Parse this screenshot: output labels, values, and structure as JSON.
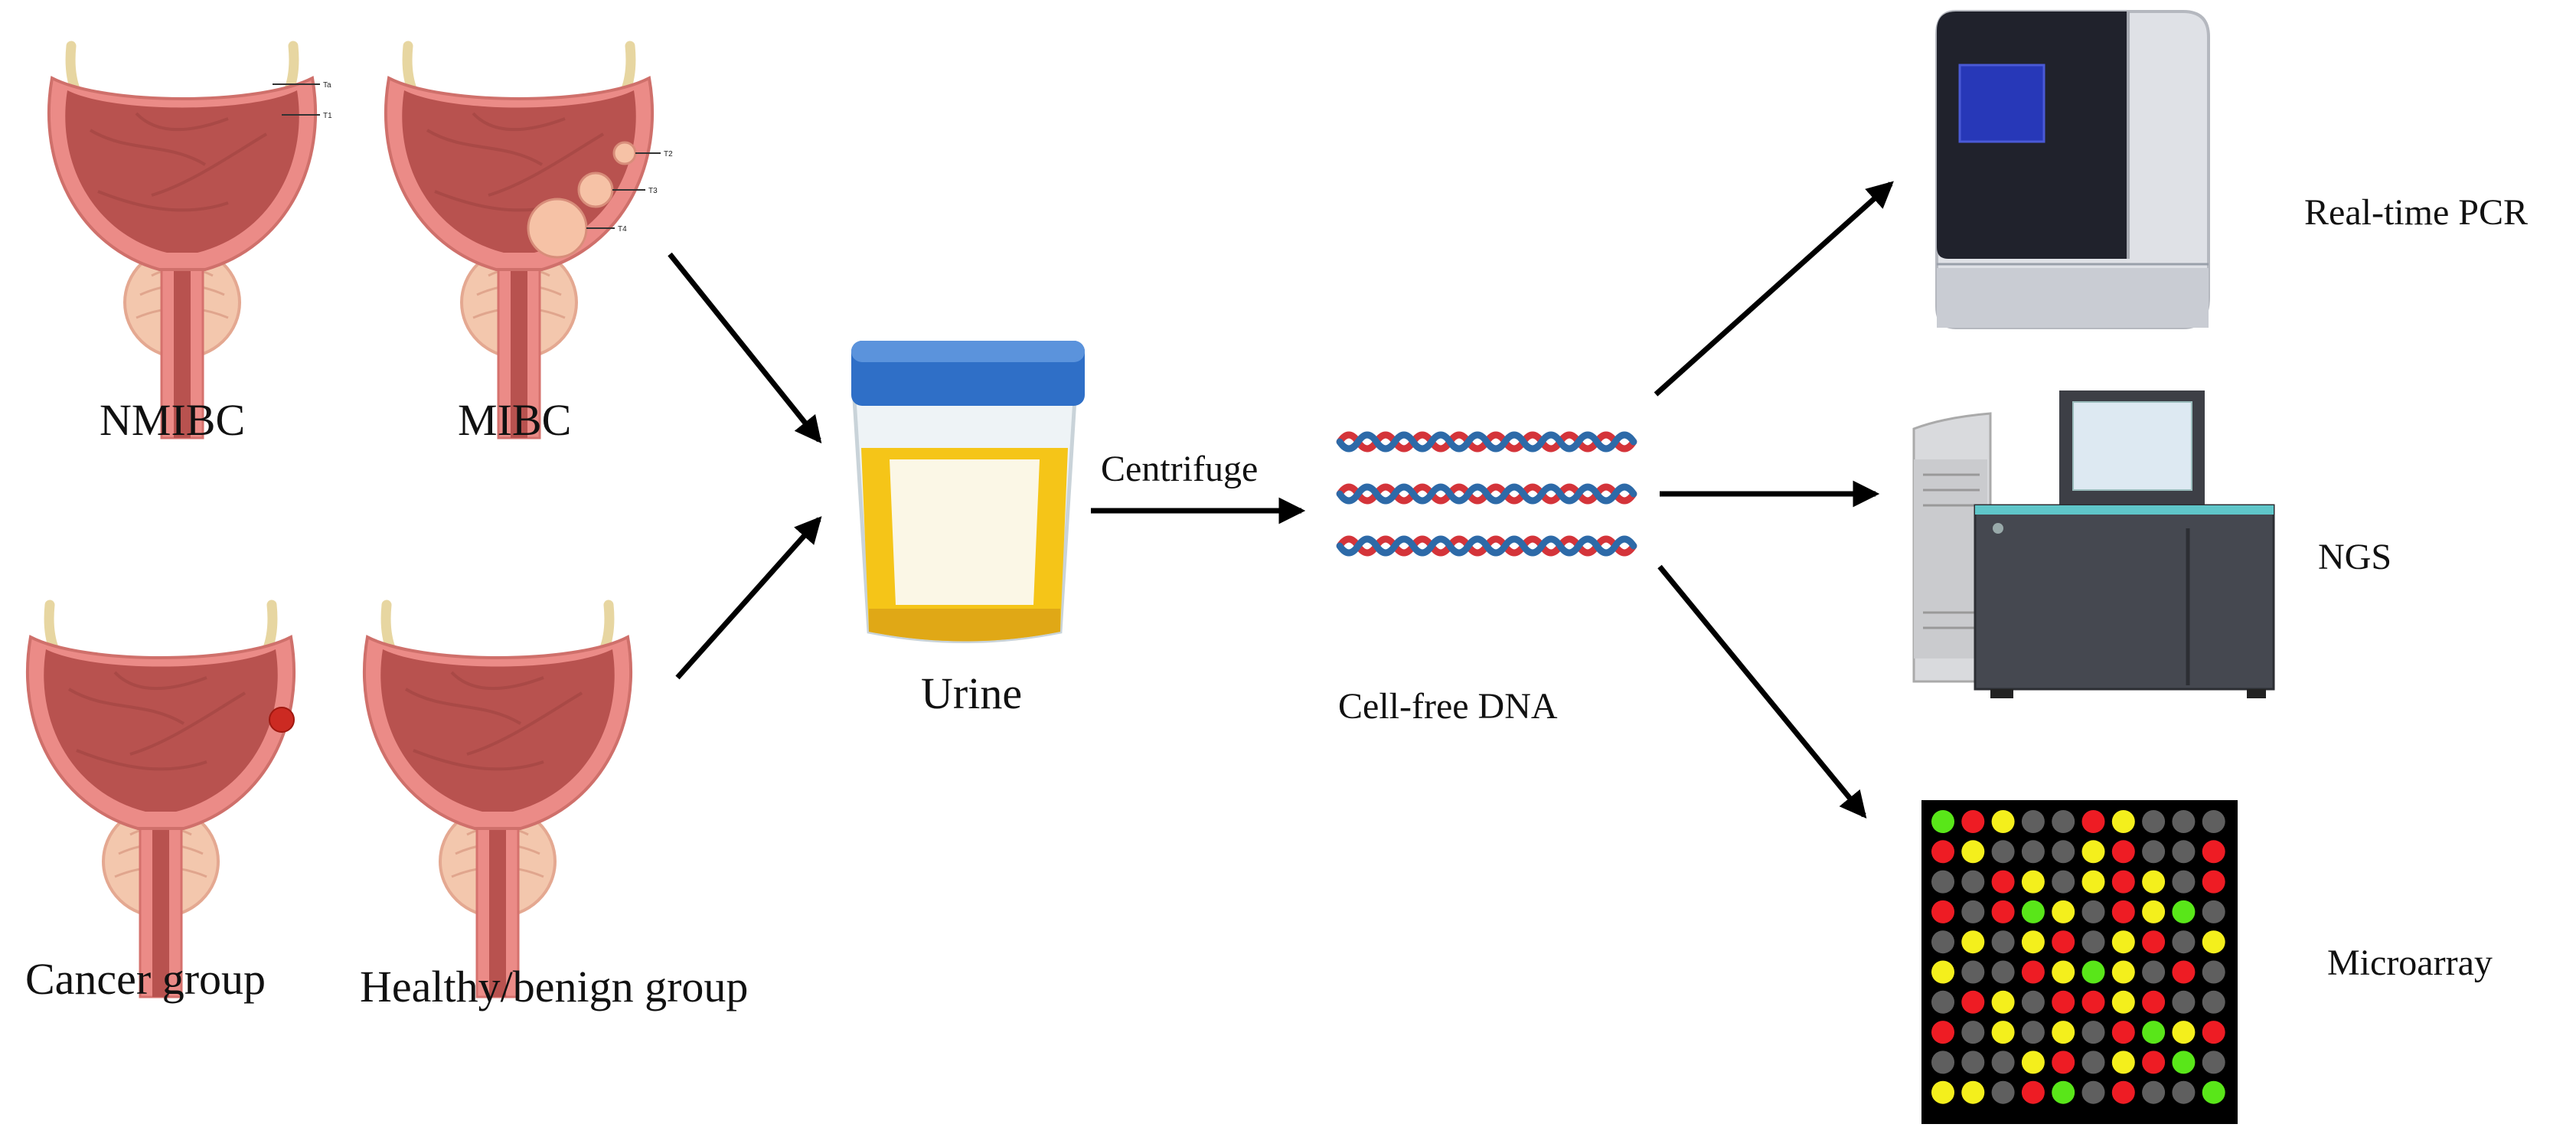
{
  "bladders": {
    "nmibc_label": "NMIBC",
    "mibc_label": "MIBC",
    "cancer_label": "Cancer group",
    "healthy_label": "Healthy/benign group",
    "nmibc_stages": [
      "Ta",
      "T1"
    ],
    "mibc_stages": [
      "T2",
      "T3",
      "T4"
    ]
  },
  "sample": {
    "urine_label": "Urine"
  },
  "process": {
    "centrifuge_label": "Centrifuge"
  },
  "dna": {
    "label": "Cell-free DNA"
  },
  "methods": {
    "pcr_label": "Real-time PCR",
    "ngs_label": "NGS",
    "microarray_label": "Microarray"
  },
  "microarray": {
    "grid": [
      "GRYGGRYGGG",
      "RYGGGYRGGR",
      "GGRYGYRYGR",
      "RGRGYGRYGG",
      "GYGYRGYRGY",
      "YGGRYGYGRG",
      "GRYGRRYRGG",
      "RGYGYGRGYR",
      "GGGYRGYRGG",
      "YYGRGGRGGG"
    ]
  },
  "colors": {
    "bladder_wall": "#eb8b87",
    "bladder_inner": "#b8524f",
    "tumor": "#f6c2a6",
    "cap_blue": "#2f6fc7",
    "urine_yellow": "#f5c518",
    "dna_red": "#d4343a",
    "dna_blue": "#2d6aa8",
    "spot_red": "#ee1c24",
    "spot_green": "#59e619",
    "spot_yellow": "#f4ef1c",
    "spot_gray": "#5f5f5f"
  }
}
